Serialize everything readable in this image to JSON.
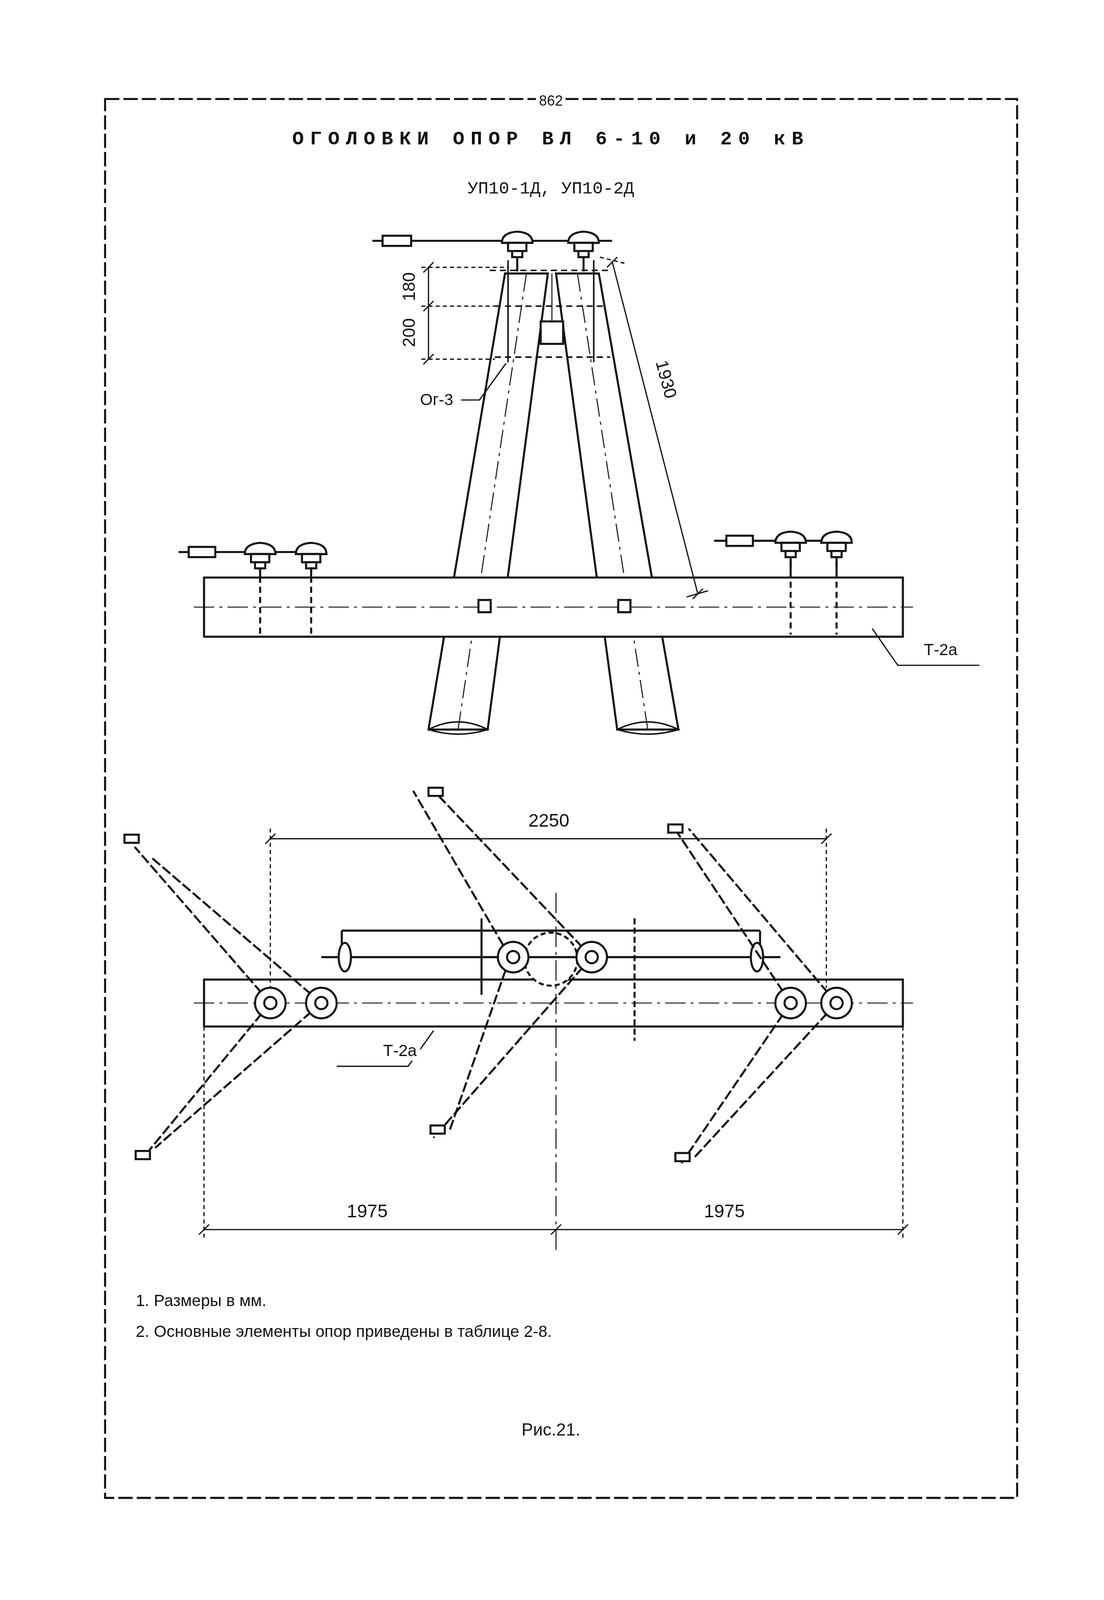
{
  "diagram": {
    "title": "ОГОЛОВКИ ОПОР ВЛ 6-10 и 20 кВ",
    "caption": "Рис.21.",
    "labels": [
      "862",
      "УП10-1Д, УП10-2Д",
      "180",
      "200",
      "1930",
      "Ог-3",
      "Т-2а",
      "2250",
      "Т-2а",
      "1975",
      "1975",
      "1. Размеры в мм.",
      "2. Основные элементы опор приведены в таблице 2-8."
    ]
  }
}
